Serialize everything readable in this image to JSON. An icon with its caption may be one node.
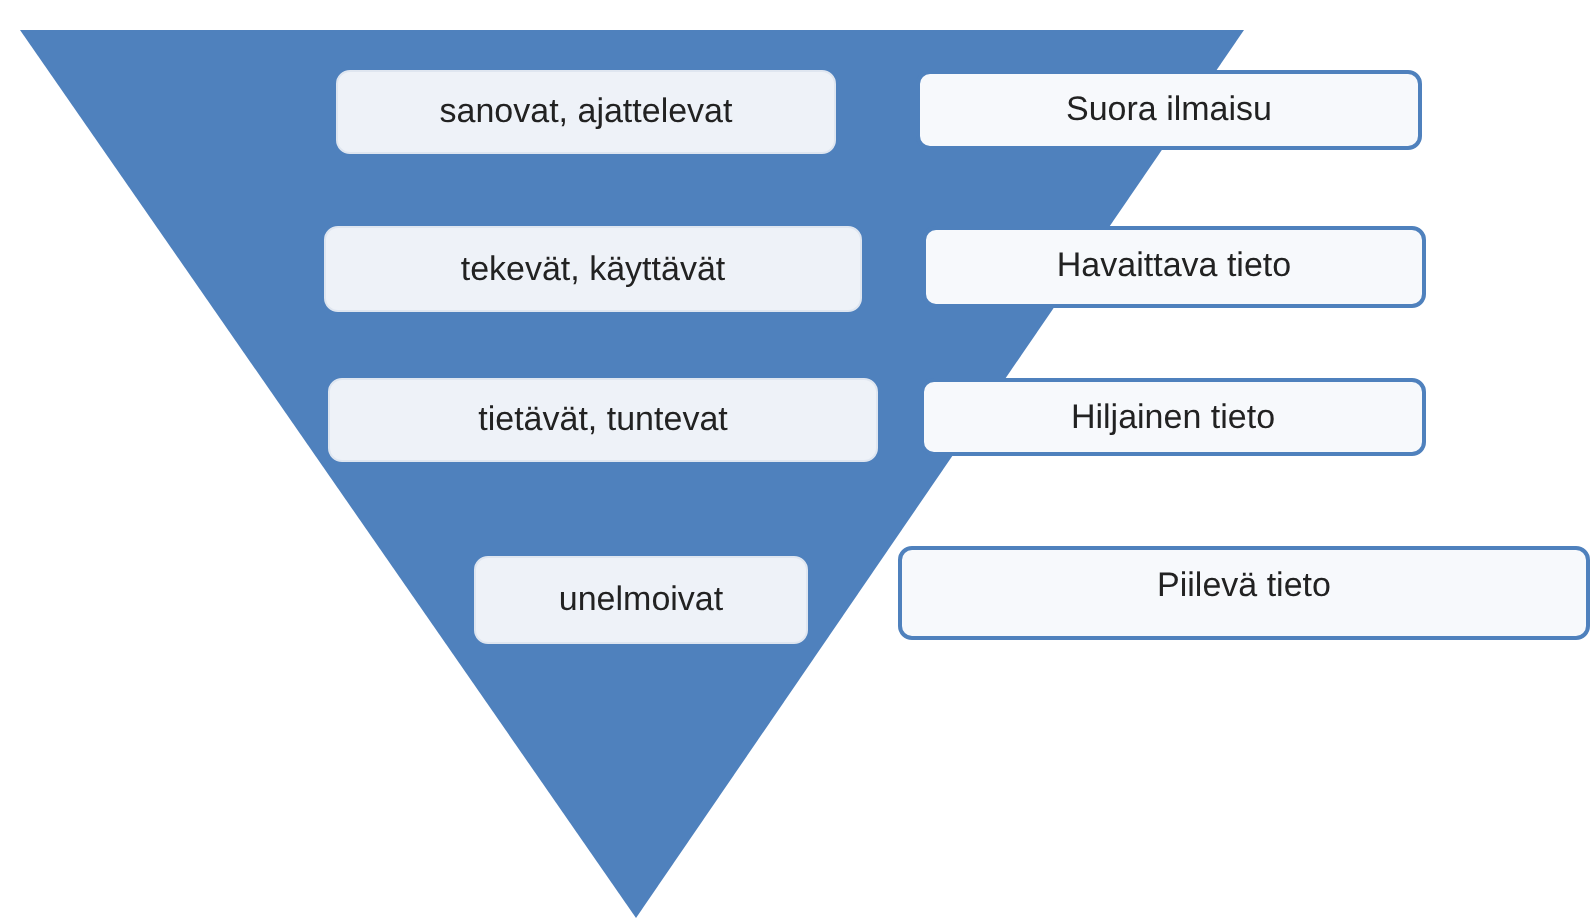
{
  "diagram": {
    "nodes": [
      {
        "text": [
          "sanovat, ajattelevat"
        ]
      },
      {
        "text": [
          "Suora ilmaisu"
        ]
      },
      {
        "text": [
          "tekevät, käyttävät"
        ]
      },
      {
        "text": [
          "Havaittava tieto"
        ]
      },
      {
        "text": [
          "tietävät, tuntevat"
        ]
      },
      {
        "text": [
          "Hiljainen tieto"
        ]
      },
      {
        "text": [
          "unelmoivat"
        ]
      },
      {
        "text": [
          "Piilevä tieto"
        ]
      }
    ]
  }
}
